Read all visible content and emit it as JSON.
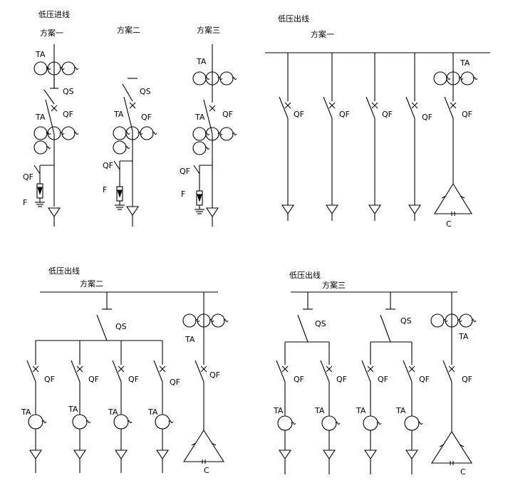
{
  "sections": [
    {
      "title": "低压进线",
      "schemes": [
        "方案一",
        "方案二",
        "方案三"
      ]
    },
    {
      "title": "低压出线",
      "scheme": "方案一"
    },
    {
      "title": "低压出线",
      "scheme": "方案二"
    },
    {
      "title": "低压出线",
      "scheme": "方案三"
    }
  ],
  "labels": {
    "ta": "TA",
    "qs": "QS",
    "qf": "QF",
    "f": "F",
    "c": "C"
  }
}
